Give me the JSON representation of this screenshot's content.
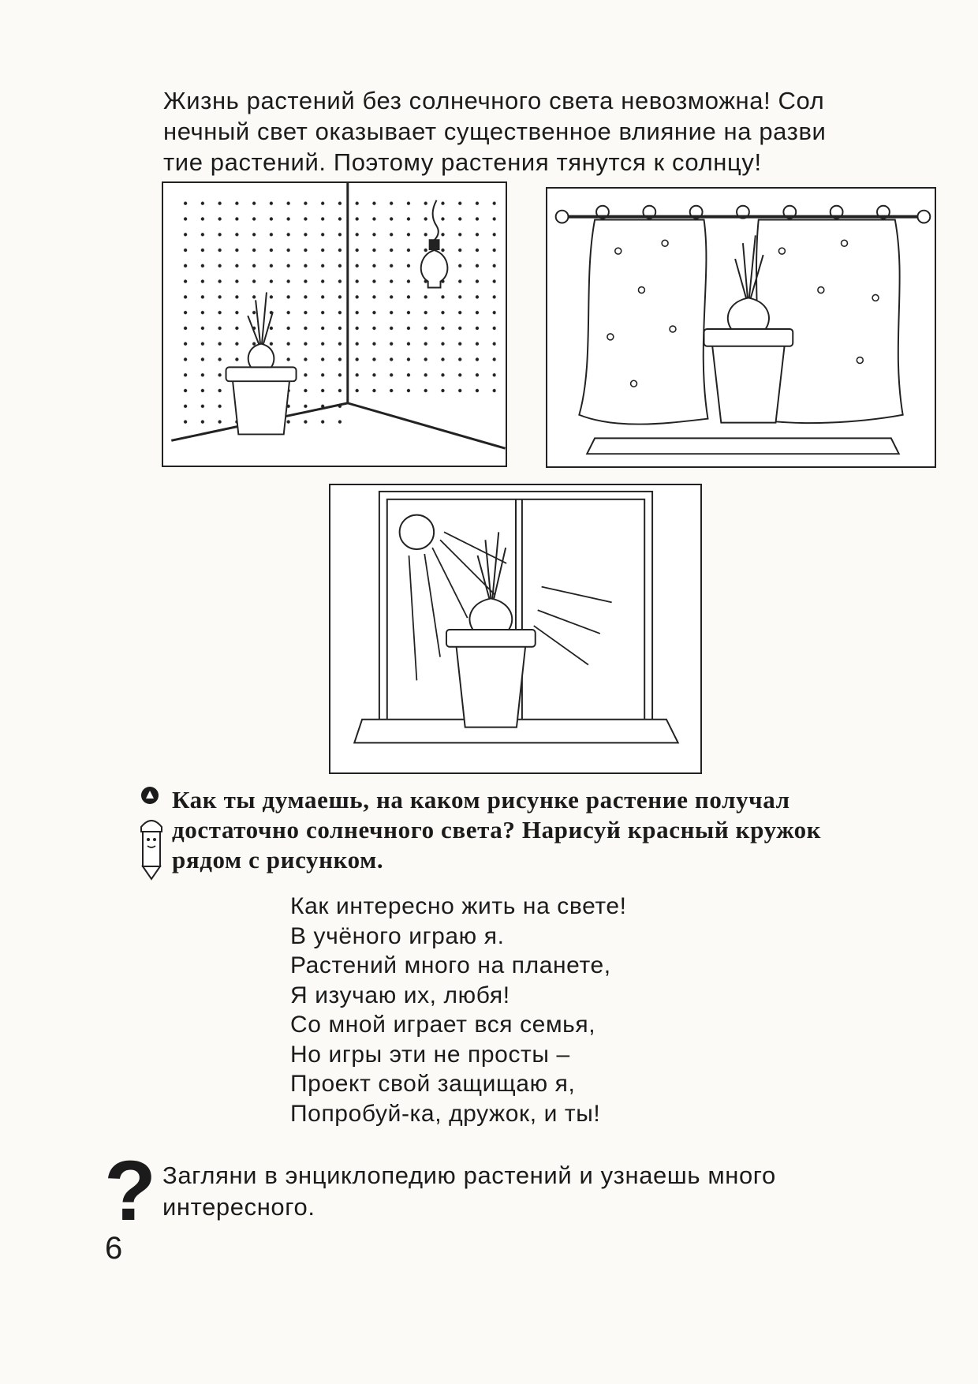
{
  "intro": {
    "lines": [
      "Жизнь растений без солнечного света невозможна! Сол",
      "нечный свет оказывает существенное влияние на разви",
      "тие растений. Поэтому растения тянутся к солнцу!"
    ]
  },
  "task": {
    "lines": [
      "Как ты думаешь, на каком рисунке растение получал",
      "достаточно солнечного света? Нарисуй красный кружок",
      "рядом с рисунком."
    ]
  },
  "poem": {
    "lines": [
      "Как интересно жить на свете!",
      "В учёного играю я.",
      "Растений много на планете,",
      "Я изучаю их, любя!",
      "Со мной играет вся семья,",
      "Но игры эти не просты –",
      "Проект свой защищаю я,",
      "Попробуй-ка, дружок, и ты!"
    ]
  },
  "tip": {
    "symbol": "?",
    "lines": [
      "Загляни в энциклопедию растений и узнаешь много",
      "интересного."
    ]
  },
  "page_number": "6",
  "colors": {
    "ink": "#1b1b1b",
    "paper": "#fbfaf7"
  },
  "icons": [
    "task-bullet-icon",
    "pencil-character-icon",
    "question-mark-icon"
  ]
}
